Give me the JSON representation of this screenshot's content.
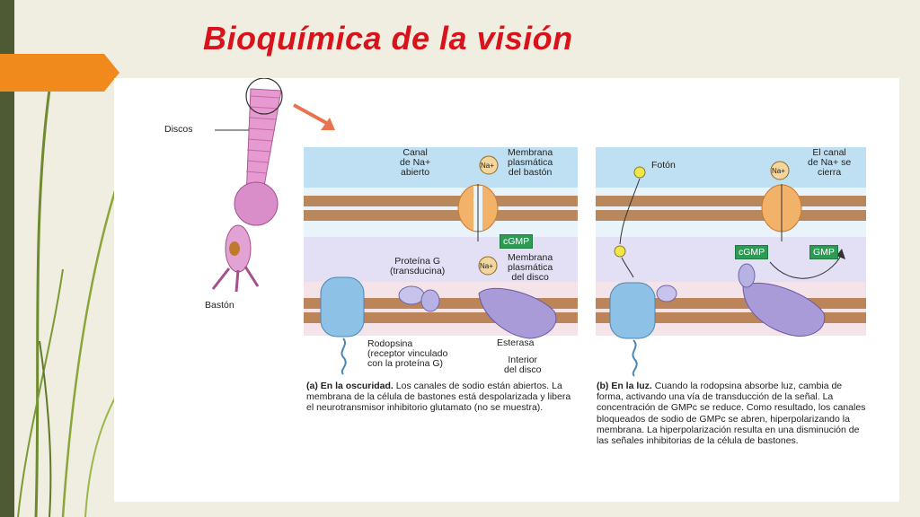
{
  "slide": {
    "title": "Bioquímica de la visión"
  },
  "figure": {
    "rod": {
      "discos_label": "Discos",
      "baston_label": "Bastón"
    },
    "panel_a": {
      "canal_label": "Canal\nde Na+\nabierto",
      "na_ion": "Na+",
      "membrana_bastón": "Membrana\nplasmática\ndel bastón",
      "cgmp": "cGMP",
      "proteina_g": "Proteína G\n(transducina)",
      "membrana_disco": "Membrana\nplasmática\ndel disco",
      "rodopsina": "Rodopsina\n(receptor vinculado\ncon la proteína G)",
      "esterasa": "Esterasa",
      "interior": "Interior\ndel disco",
      "caption_bold": "(a) En la oscuridad.",
      "caption_text": " Los canales de sodio están abiertos. La membrana de la célula de bastones está despolarizada y libera el neurotransmisor inhibitorio glutamato (no se muestra)."
    },
    "panel_b": {
      "foton": "Fotón",
      "canal_cierra": "El canal\nde Na+ se\ncierra",
      "na_ion": "Na+",
      "cgmp": "cGMP",
      "gmp": "GMP",
      "caption_bold": "(b) En la luz.",
      "caption_text": " Cuando la rodopsina absorbe luz, cambia de forma, activando una vía de transducción de la señal. La concentración de GMPc se reduce. Como resultado, los canales bloqueados de sodio de GMPc se abren, hiperpolarizando la membrana. La hiperpolarización resulta en una disminución de las señales inhibitorias de la célula de bastones."
    }
  }
}
